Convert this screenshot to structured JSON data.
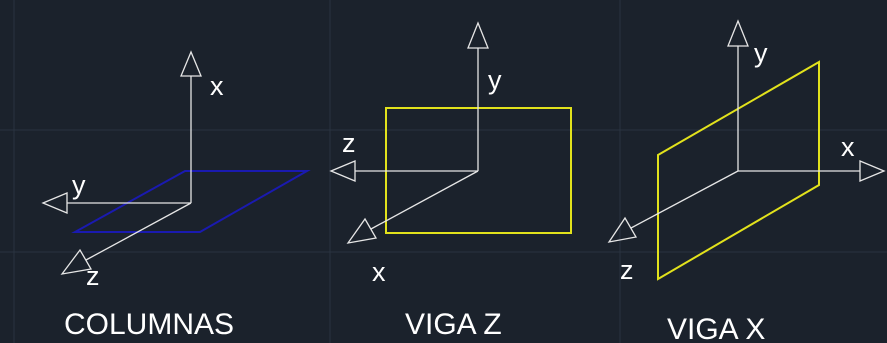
{
  "colors": {
    "background": "#1b222c",
    "axis": "#e6e6e6",
    "columnas_plane": "#1a1ab0",
    "viga_plane": "#e2e21c"
  },
  "panels": {
    "columnas": {
      "title": "COLUMNAS",
      "axis_x": "x",
      "axis_y": "y",
      "axis_z": "z"
    },
    "viga_z": {
      "title": "VIGA Z",
      "axis_y": "y",
      "axis_z": "z",
      "axis_x": "x"
    },
    "viga_x": {
      "title": "VIGA X",
      "axis_y": "y",
      "axis_x": "x",
      "axis_z": "z"
    }
  }
}
